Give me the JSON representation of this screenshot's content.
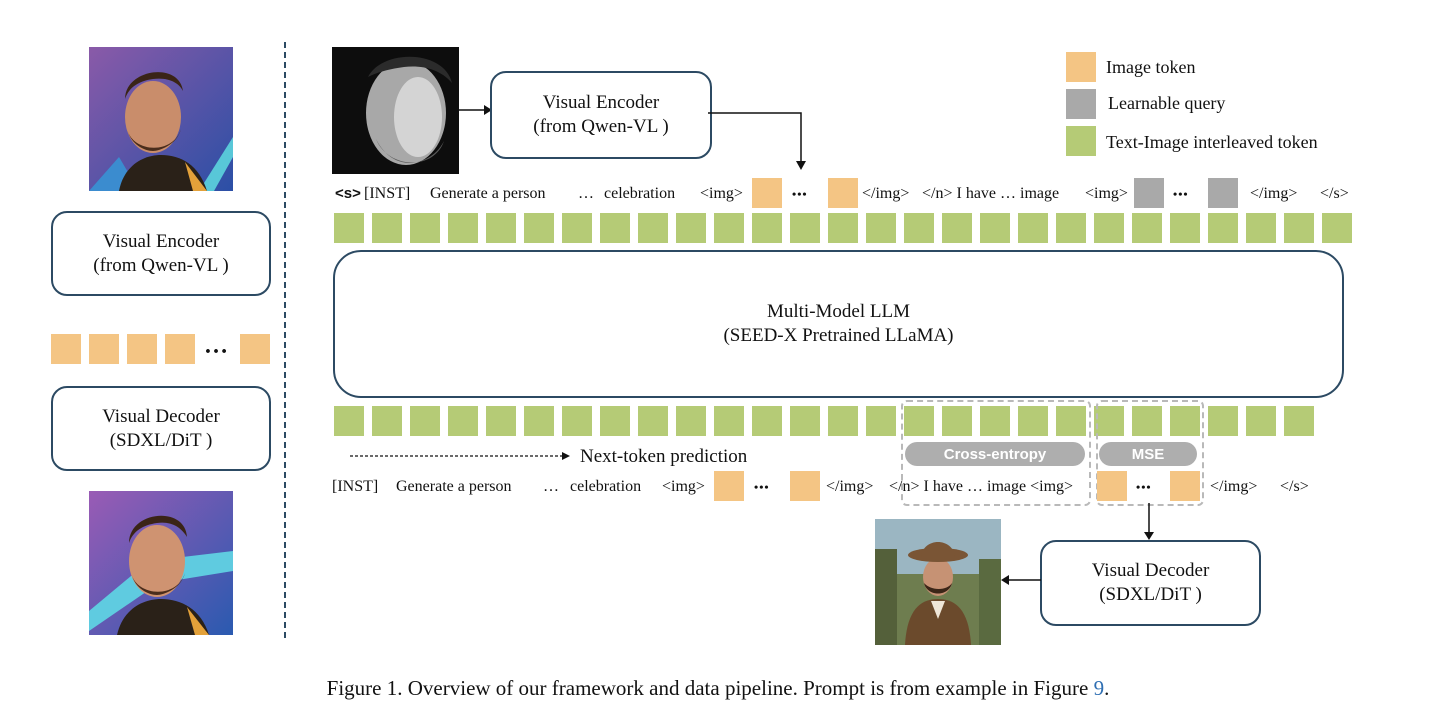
{
  "left_panel": {
    "encoder_title": "Visual Encoder",
    "encoder_subtitle": "(from Qwen-VL )",
    "ellipsis": "…",
    "decoder_title": "Visual Decoder",
    "decoder_subtitle": "(SDXL/DiT )"
  },
  "top_encoder": {
    "title": "Visual Encoder",
    "subtitle": "(from Qwen-VL )"
  },
  "legend": [
    {
      "label": "Image token",
      "color": "#f4c584"
    },
    {
      "label": "Learnable query",
      "color": "#a9a9a9"
    },
    {
      "label": "Text-Image interleaved token",
      "color": "#b5cb76"
    }
  ],
  "input_sequence": {
    "s_token": "<s>",
    "inst": "[INST]",
    "text": "Generate a person",
    "ellipsis": "…",
    "text2": "celebration",
    "img_open": "<img>",
    "dots": "•••",
    "img_close": "</img>",
    "text3": "</n> I have … image",
    "img_open2": "<img>",
    "dots2": "•••",
    "img_close2": "</img>",
    "end": "</s>"
  },
  "llm": {
    "title": "Multi-Model LLM",
    "subtitle": "(SEED-X Pretrained LLaMA)"
  },
  "losses": {
    "cross_entropy": "Cross-entropy",
    "mse": "MSE"
  },
  "next_token_label": "Next-token prediction",
  "output_sequence": {
    "inst": "[INST]",
    "text": "Generate a person",
    "ellipsis": "…",
    "text2": "celebration",
    "img_open": "<img>",
    "dots": "•••",
    "img_close": "</img>",
    "text3": "</n> I have … image <img>",
    "dots2": "•••",
    "img_close2": "</img>",
    "end": "</s>"
  },
  "bottom_decoder": {
    "title": "Visual Decoder",
    "subtitle": "(SDXL/DiT )"
  },
  "caption": {
    "text": "Figure 1. Overview of our framework and data pipeline. Prompt is from example in Figure ",
    "ref": "9",
    "end": "."
  },
  "colors": {
    "border": "#2c4a63",
    "green": "#b5cb76",
    "orange": "#f4c584",
    "gray": "#a9a9a9",
    "divider": "#2c4a63"
  }
}
